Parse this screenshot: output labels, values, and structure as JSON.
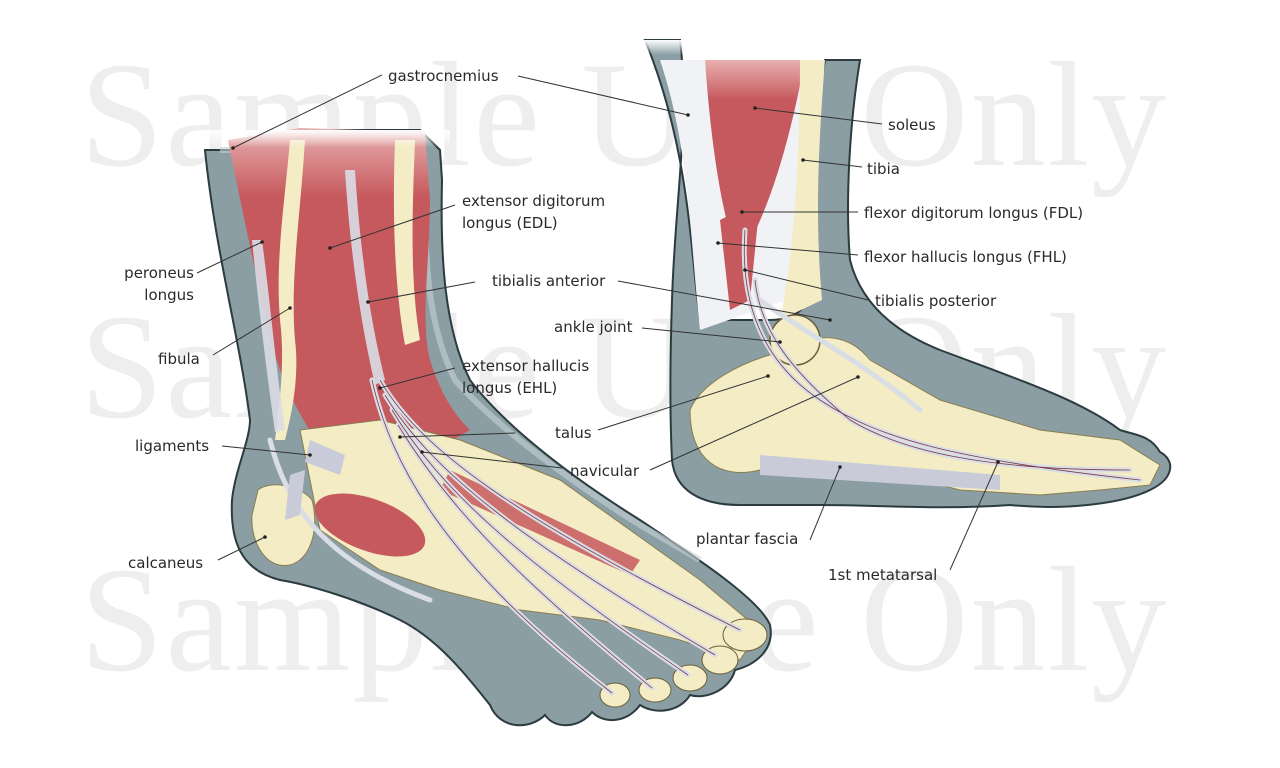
{
  "watermark": {
    "text": "Sample Use Only",
    "rows": [
      80,
      330,
      580
    ]
  },
  "colors": {
    "skin": "#8a9ea3",
    "skin_outline": "#2b3b3f",
    "muscle": "#c6595d",
    "muscle_light": "#dd8f90",
    "bone": "#f3ecc4",
    "bone_shadow": "#e2d7a4",
    "tendon": "#d9dde6",
    "tendon_edge": "#7a3a48",
    "leader": "#333333"
  },
  "figures": {
    "left": {
      "view": "lateral-front ankle and foot"
    },
    "right": {
      "view": "medial ankle and foot"
    }
  },
  "labels": {
    "gastrocnemius": "gastrocnemius",
    "edl_1": "extensor digitorum",
    "edl_2": "longus (EDL)",
    "peroneus_1": "peroneus",
    "peroneus_2": "longus",
    "tibialis_anterior": "tibialis anterior",
    "fibula": "fibula",
    "ehl_1": "extensor hallucis",
    "ehl_2": "longus (EHL)",
    "ligaments": "ligaments",
    "talus": "talus",
    "navicular": "navicular",
    "calcaneus": "calcaneus",
    "soleus": "soleus",
    "tibia": "tibia",
    "fdl": "flexor digitorum longus (FDL)",
    "fhl": "flexor hallucis longus (FHL)",
    "tibialis_posterior": "tibialis posterior",
    "ankle_joint": "ankle joint",
    "plantar_fascia": "plantar fascia",
    "first_metatarsal": "1st metatarsal"
  }
}
